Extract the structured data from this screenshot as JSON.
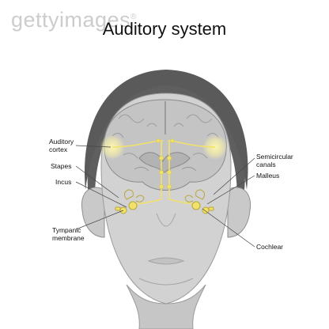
{
  "watermark": "gettyimages",
  "watermark_sup": "®",
  "title": "Auditory system",
  "labels": {
    "auditory_cortex_1": "Auditory",
    "auditory_cortex_2": "cortex",
    "stapes": "Stapes",
    "incus": "Incus",
    "tympanic_1": "Tympanic",
    "tympanic_2": "membrane",
    "semicircular_1": "Semicircular",
    "semicircular_2": "canals",
    "malleus": "Malleus",
    "cochlear": "Cochlear"
  },
  "colors": {
    "hair": "#5f5f5f",
    "skin": "#cfcfcf",
    "brain": "#c4c4c4",
    "brain_line": "#8a8a8a",
    "pathway": "#f2e26a",
    "highlight": "#fff6a3",
    "leader": "#444444"
  },
  "icons": [
    "head-outline",
    "brain-section",
    "inner-ear-structure"
  ]
}
